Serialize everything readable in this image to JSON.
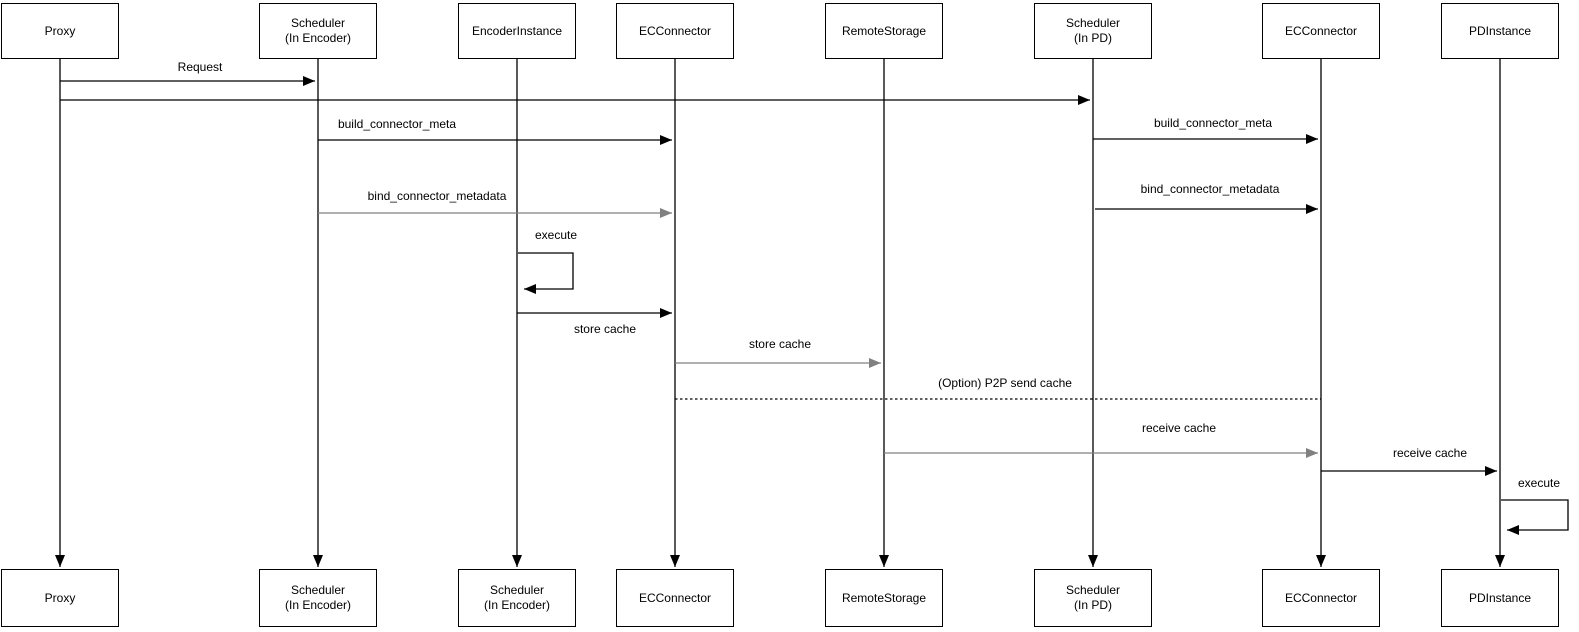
{
  "diagram": {
    "type": "sequence-diagram",
    "colors": {
      "line": "#000000",
      "gray_line": "#808080",
      "box_fill": "#ffffff",
      "text": "#000000",
      "background": "#ffffff"
    },
    "participants": [
      {
        "id": "proxy",
        "top": [
          "Proxy"
        ],
        "bottom": [
          "Proxy"
        ]
      },
      {
        "id": "scheduler-encoder",
        "top": [
          "Scheduler",
          "(In Encoder)"
        ],
        "bottom": [
          "Scheduler",
          "(In Encoder)"
        ]
      },
      {
        "id": "encoder-instance",
        "top": [
          "EncoderInstance"
        ],
        "bottom": [
          "Scheduler",
          "(In Encoder)"
        ]
      },
      {
        "id": "ecconnector-1",
        "top": [
          "ECConnector"
        ],
        "bottom": [
          "ECConnector"
        ]
      },
      {
        "id": "remote-storage",
        "top": [
          "RemoteStorage"
        ],
        "bottom": [
          "RemoteStorage"
        ]
      },
      {
        "id": "scheduler-pd",
        "top": [
          "Scheduler",
          "(In PD)"
        ],
        "bottom": [
          "Scheduler",
          "(In PD)"
        ]
      },
      {
        "id": "ecconnector-2",
        "top": [
          "ECConnector"
        ],
        "bottom": [
          "ECConnector"
        ]
      },
      {
        "id": "pdinstance",
        "top": [
          "PDInstance"
        ],
        "bottom": [
          "PDInstance"
        ]
      }
    ],
    "messages": [
      {
        "label": "Request",
        "from": "Proxy",
        "to": "Scheduler (In Encoder)",
        "style": "solid-black"
      },
      {
        "label": "",
        "from": "Proxy",
        "to": "Scheduler (In PD)",
        "style": "solid-black"
      },
      {
        "label": "build_connector_meta",
        "from": "Scheduler (In Encoder)",
        "to": "ECConnector",
        "style": "solid-black"
      },
      {
        "label": "build_connector_meta",
        "from": "Scheduler (In PD)",
        "to": "ECConnector",
        "style": "solid-black"
      },
      {
        "label": "bind_connector_metadata",
        "from": "Scheduler (In Encoder)",
        "to": "ECConnector",
        "style": "solid-gray"
      },
      {
        "label": "bind_connector_metadata",
        "from": "Scheduler (In PD)",
        "to": "ECConnector",
        "style": "solid-black"
      },
      {
        "label": "execute",
        "from": "EncoderInstance",
        "to": "EncoderInstance",
        "style": "self-loop"
      },
      {
        "label": "store cache",
        "from": "EncoderInstance",
        "to": "ECConnector",
        "style": "solid-black"
      },
      {
        "label": "store cache",
        "from": "ECConnector",
        "to": "RemoteStorage",
        "style": "solid-gray"
      },
      {
        "label": "(Option) P2P send cache",
        "from": "ECConnector",
        "to": "ECConnector",
        "style": "dashed-black"
      },
      {
        "label": "receive cache",
        "from": "RemoteStorage",
        "to": "ECConnector",
        "style": "solid-gray"
      },
      {
        "label": "receive cache",
        "from": "ECConnector",
        "to": "PDInstance",
        "style": "solid-black"
      },
      {
        "label": "execute",
        "from": "PDInstance",
        "to": "PDInstance",
        "style": "self-loop"
      }
    ]
  }
}
